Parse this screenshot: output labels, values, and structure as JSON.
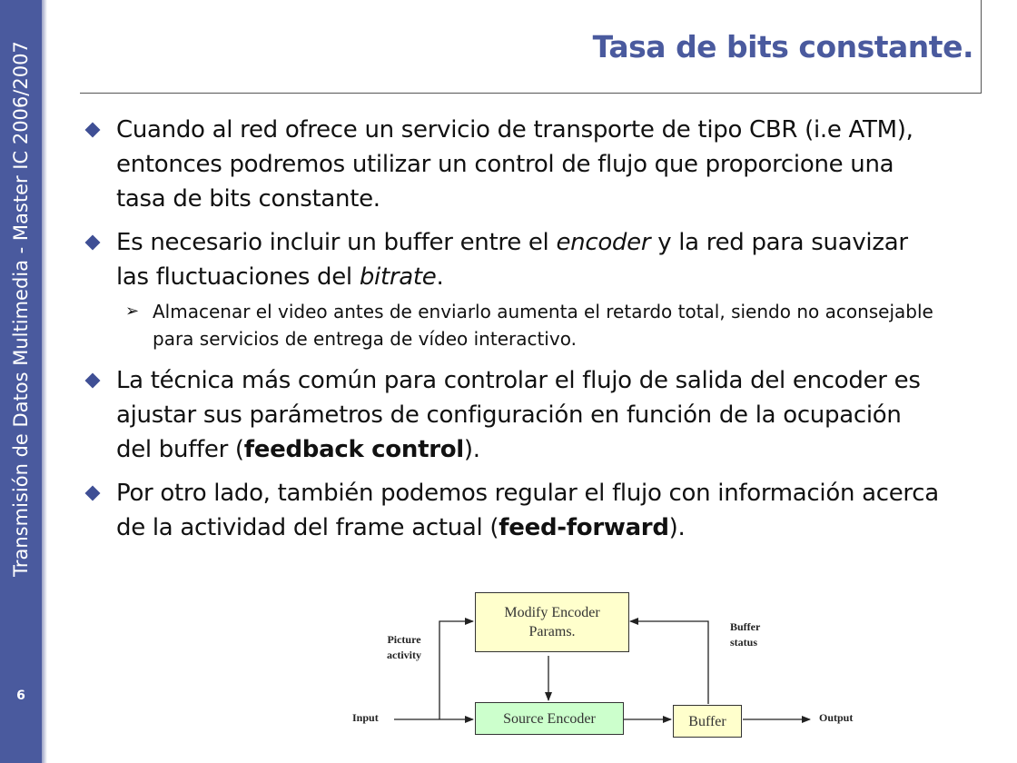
{
  "sidebar": {
    "course_label": "Transmisión de Datos Multimedia - Master IC 2006/2007",
    "page_number": "6"
  },
  "slide": {
    "title": "Tasa de bits constante.",
    "bullets": [
      {
        "level": 1,
        "parts": [
          {
            "text": "Cuando al red ofrece un servicio de transporte de tipo CBR (i.e ATM), entonces podremos utilizar un control de flujo que proporcione una tasa de bits constante.",
            "style": "normal"
          }
        ]
      },
      {
        "level": 1,
        "parts": [
          {
            "text": "Es necesario incluir un buffer entre el ",
            "style": "normal"
          },
          {
            "text": "encoder",
            "style": "italic"
          },
          {
            "text": " y la red para suavizar las fluctuaciones del ",
            "style": "normal"
          },
          {
            "text": "bitrate",
            "style": "italic"
          },
          {
            "text": ".",
            "style": "normal"
          }
        ]
      },
      {
        "level": 2,
        "parts": [
          {
            "text": "Almacenar el video antes de enviarlo aumenta el retardo total, siendo no aconsejable para servicios de entrega de vídeo interactivo.",
            "style": "normal"
          }
        ]
      },
      {
        "level": 1,
        "parts": [
          {
            "text": "La técnica más común para controlar el flujo de salida del encoder es ajustar sus parámetros de configuración en función de la ocupación del buffer (",
            "style": "normal"
          },
          {
            "text": "feedback control",
            "style": "bold"
          },
          {
            "text": ").",
            "style": "normal"
          }
        ]
      },
      {
        "level": 1,
        "parts": [
          {
            "text": "Por otro lado, también podemos regular el flujo con información acerca de la actividad del frame actual (",
            "style": "normal"
          },
          {
            "text": "feed-forward",
            "style": "bold"
          },
          {
            "text": ").",
            "style": "normal"
          }
        ]
      }
    ]
  },
  "diagram": {
    "modify_box_line1": "Modify Encoder",
    "modify_box_line2": "Params.",
    "source_encoder_box": "Source Encoder",
    "buffer_box": "Buffer",
    "label_input": "Input",
    "label_output": "Output",
    "label_picture": "Picture",
    "label_activity": "activity",
    "label_buffer": "Buffer",
    "label_status": "status",
    "colors": {
      "modify_fill": "#ffffcc",
      "source_fill": "#ccffcc",
      "buffer_fill": "#ffffcc"
    }
  },
  "colors": {
    "accent": "#4a5a9e",
    "bullet": "#3f4f95"
  }
}
